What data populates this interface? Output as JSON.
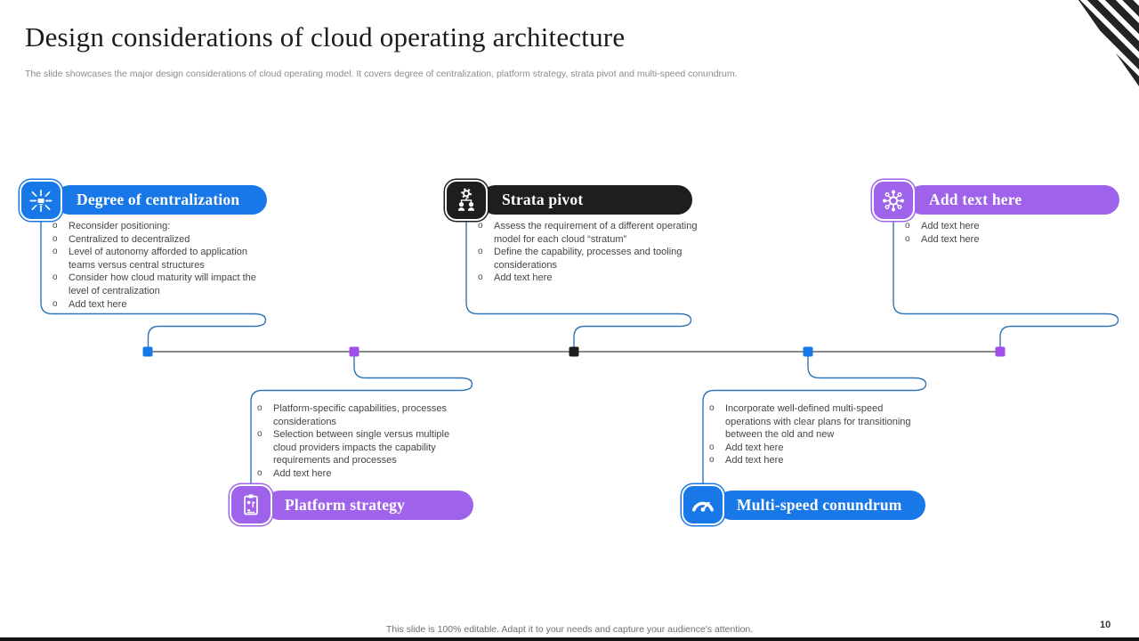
{
  "slide": {
    "title": "Design considerations of cloud operating architecture",
    "subtitle": "The slide showcases the major design considerations of cloud operating model.  It covers degree of centralization, platform strategy, strata pivot and multi-speed conundrum.",
    "footer": "This slide is 100% editable.  Adapt it to your needs and capture your audience's attention.",
    "page_number": "10"
  },
  "colors": {
    "blue": "#1878e8",
    "purple": "#9e63ea",
    "black": "#1e1e1e",
    "connector": "#2e75b6",
    "timeline": "#454545",
    "marker_blue": "#1878e8",
    "marker_purple": "#a050e8",
    "marker_black": "#1d1d1d"
  },
  "nodes": [
    {
      "label": "Degree of centralization",
      "icon": "centralization-icon",
      "color": "blue",
      "position": "top-left",
      "bullets": [
        "Reconsider positioning:",
        "Centralized to decentralized",
        "Level of autonomy afforded to application teams versus central structures",
        "Consider how cloud maturity will impact the level of centralization",
        "Add text here"
      ]
    },
    {
      "label": "Strata pivot",
      "icon": "hierarchy-gear-icon",
      "color": "black",
      "position": "top-center",
      "bullets": [
        "Assess the requirement of a different operating model for each cloud “stratum”",
        "Define the capability, processes and tooling considerations",
        "Add text here"
      ]
    },
    {
      "label": "Add text here",
      "icon": "network-hub-icon",
      "color": "purple",
      "position": "top-right",
      "bullets": [
        "Add text here",
        "Add text here"
      ]
    },
    {
      "label": "Platform strategy",
      "icon": "clipboard-icon",
      "color": "purple",
      "position": "bottom-left",
      "bullets": [
        "Platform-specific capabilities, processes considerations",
        "Selection between single versus multiple cloud providers impacts the capability requirements and processes",
        "Add text here"
      ]
    },
    {
      "label": "Multi-speed conundrum",
      "icon": "speedometer-icon",
      "color": "blue",
      "position": "bottom-right",
      "bullets": [
        "Incorporate well-defined multi-speed operations with clear plans for transitioning between the old and new",
        "Add text here",
        "Add text here"
      ]
    }
  ]
}
